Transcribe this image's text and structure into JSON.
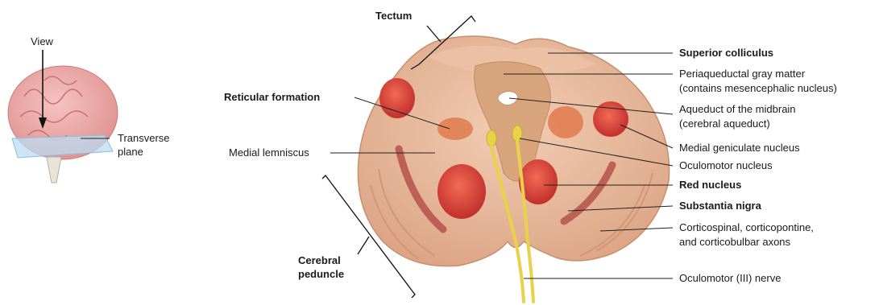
{
  "inset": {
    "view_label": "View",
    "plane_label_line1": "Transverse",
    "plane_label_line2": "plane"
  },
  "labels": {
    "tectum": "Tectum",
    "reticular_formation": "Reticular formation",
    "medial_lemniscus": "Medial lemniscus",
    "cerebral_peduncle_line1": "Cerebral",
    "cerebral_peduncle_line2": "peduncle",
    "superior_colliculus": "Superior colliculus",
    "periaqueductal_line1": "Periaqueductal gray matter",
    "periaqueductal_line2": "(contains mesencephalic nucleus)",
    "aqueduct_line1": "Aqueduct of the midbrain",
    "aqueduct_line2": "(cerebral aqueduct)",
    "medial_geniculate": "Medial geniculate nucleus",
    "oculomotor_nucleus": "Oculomotor nucleus",
    "red_nucleus": "Red nucleus",
    "substantia_nigra": "Substantia nigra",
    "corticospinal_line1": "Corticospinal, corticopontine,",
    "corticospinal_line2": "and corticobulbar axons",
    "oculomotor_nerve": "Oculomotor (III) nerve"
  },
  "colors": {
    "tissue": "#E8B99C",
    "tissue_outline": "#C7906F",
    "gray_matter": "#D9A57A",
    "nucleus_red": "#D8433C",
    "nigra": "#B5524A",
    "nerve_yellow": "#E8D24A",
    "leader": "#222222"
  }
}
